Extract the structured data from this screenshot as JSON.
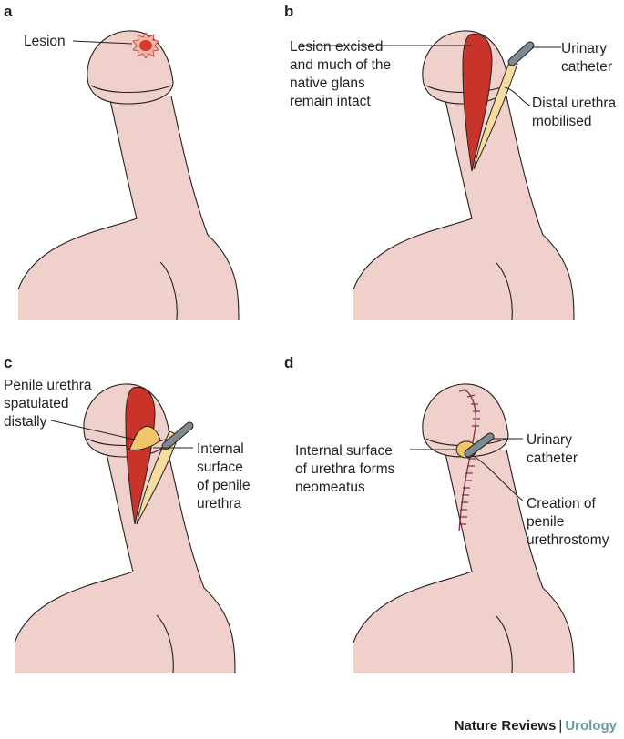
{
  "panels": {
    "a": {
      "letter": "a",
      "labels": [
        "Lesion"
      ]
    },
    "b": {
      "letter": "b",
      "labels": [
        [
          "Lesion excised",
          "and much of the",
          "native glans",
          "remain intact"
        ],
        [
          "Urinary",
          "catheter"
        ],
        [
          "Distal urethra",
          "mobilised"
        ]
      ]
    },
    "c": {
      "letter": "c",
      "labels": [
        [
          "Penile urethra",
          "spatulated",
          "distally"
        ],
        [
          "Internal",
          "surface",
          "of penile",
          "urethra"
        ]
      ]
    },
    "d": {
      "letter": "d",
      "labels": [
        [
          "Internal surface",
          "of urethra forms",
          "neomeatus"
        ],
        [
          "Urinary",
          "catheter"
        ],
        [
          "Creation of",
          "penile",
          "urethrostomy"
        ]
      ]
    }
  },
  "footer": {
    "publisher": "Nature Reviews",
    "separator": "|",
    "journal": "Urology"
  },
  "colors": {
    "skin": "#efd0cb",
    "skin_shade": "#dcb2ac",
    "outline": "#231f20",
    "lesion": "#d8382b",
    "raw_tissue": "#c9342a",
    "urethra": "#f7dca0",
    "catheter": "#7d8a92",
    "suture": "#7a2f4f",
    "journal_accent": "#6a9aa0"
  }
}
